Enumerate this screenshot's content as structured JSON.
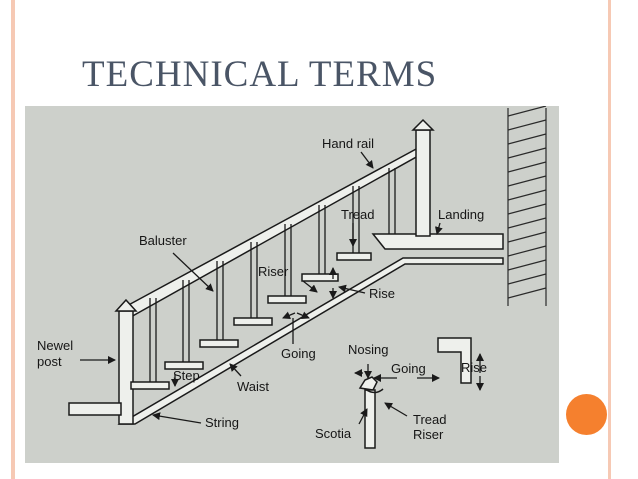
{
  "slide": {
    "title": "TECHNICAL TERMS",
    "accent_color": "#f5802e",
    "rule_color": "#f6c9b4",
    "title_color": "#4a5566"
  },
  "diagram": {
    "labels": {
      "hand_rail": "Hand rail",
      "tread_top": "Tread",
      "landing": "Landing",
      "baluster": "Baluster",
      "riser": "Riser",
      "rise": "Rise",
      "newel": "Newel",
      "post": "post",
      "going": "Going",
      "step": "Step",
      "waist": "Waist",
      "string": "String",
      "nosing": "Nosing",
      "going_detail": "Going",
      "rise_detail": "Rise",
      "scotia": "Scotia",
      "tread_detail": "Tread",
      "riser_detail": "Riser"
    }
  }
}
